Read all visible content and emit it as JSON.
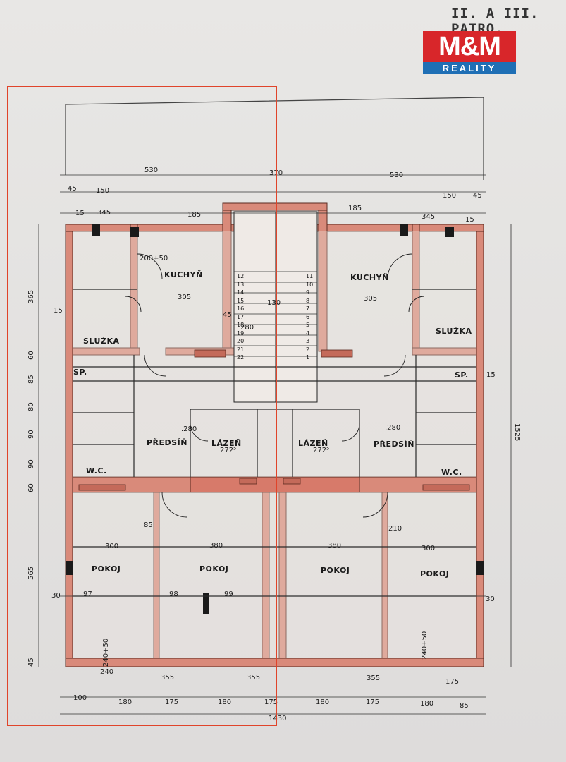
{
  "header": {
    "floor_title": "II. A III. PATRO."
  },
  "logo": {
    "top": "M&M",
    "bottom": "REALITY",
    "colors": {
      "red": "#d8262a",
      "blue": "#1f6fb5"
    }
  },
  "rooms": {
    "kitchen_left": "KUCHYŇ",
    "kitchen_right": "KUCHYŇ",
    "maid_left": "SLUŽKA",
    "maid_right": "SLUŽKA",
    "hall_left": "PŘEDSÍŇ",
    "hall_right": "PŘEDSÍŇ",
    "bath_left": "LÁZEŇ",
    "bath_right": "LÁZEŇ",
    "wc_left": "W.C.",
    "wc_right": "W.C.",
    "pantry_left": "SP.",
    "pantry_right": "SP.",
    "room_1": "POKOJ",
    "room_2": "POKOJ",
    "room_3": "POKOJ",
    "room_4": "POKOJ"
  },
  "dimensions": {
    "top_530_left": "530",
    "top_370": "370",
    "top_530_right": "530",
    "top_45_left": "45",
    "top_150_left": "150",
    "top_150_right": "150",
    "top_45_right": "45",
    "top_345_left": "345",
    "top_185_left": "185",
    "top_185_right": "185",
    "top_345_right": "345",
    "top_15_left": "15",
    "top_15_right": "15",
    "left_365": "365",
    "left_60": "60",
    "left_85": "85",
    "left_80": "80",
    "left_90a": "90",
    "left_90b": "90",
    "left_60b": "60",
    "left_565": "565",
    "left_45": "45",
    "left_15": "15",
    "left_30": "30",
    "right_1525": "1525",
    "right_15": "15",
    "right_30": "30",
    "kitchen_305_left": "305",
    "kitchen_305_right": "305",
    "room_300_left": "300",
    "room_380_left": "380",
    "room_380_right": "380",
    "room_300_right": "300",
    "bath_272_left": "272⁵",
    "bath_272_right": "272⁵",
    "hall_280_left": ".280",
    "hall_280_right": ".280",
    "bottom_100": "100",
    "bottom_180a": "180",
    "bottom_175a": "175",
    "bottom_180b": "180",
    "bottom_175b": "175",
    "bottom_180c": "180",
    "bottom_175c": "175",
    "bottom_180d": "180",
    "bottom_85": "85",
    "bottom_1430": "1430",
    "bottom_355a": "355",
    "bottom_355b": "355",
    "bottom_355c": "355",
    "bottom_240": "240",
    "bottom_175_right": "175",
    "window_97": "97",
    "window_98": "98",
    "window_99": "99",
    "win_240_50_left": "240+50",
    "win_240_50_right": "240+50",
    "stairs_130": "130",
    "stairs_280": "280",
    "door_85": "85",
    "door_210": "210",
    "wall_45": "45",
    "kitchen_200_50": "200+50"
  },
  "stair_steps": [
    "12",
    "13",
    "14",
    "15",
    "16",
    "17",
    "18",
    "19",
    "20",
    "21",
    "22"
  ],
  "stair_steps_right": [
    "11",
    "10",
    "9",
    "8",
    "7",
    "6",
    "5",
    "4",
    "3",
    "2",
    "1"
  ]
}
